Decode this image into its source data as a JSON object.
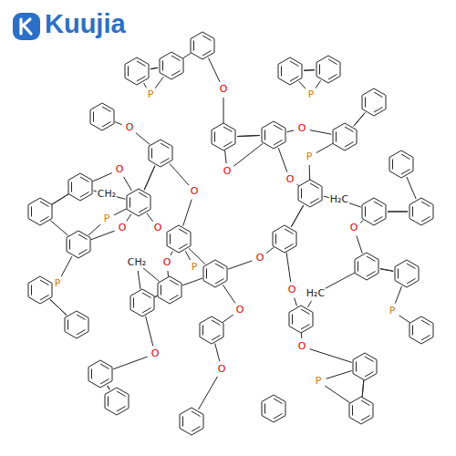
{
  "diagram": {
    "labels": [
      "Kuujia",
      "O",
      "P",
      "P",
      "O",
      "O",
      "O",
      "O",
      "O",
      "O",
      "P",
      "CH₂",
      "H₂C",
      "P",
      "O",
      "O",
      "O",
      "P",
      "O",
      "CH₂",
      "O",
      "O",
      "H₂C",
      "P",
      "O",
      "O",
      "O",
      "P",
      "O",
      "P"
    ]
  }
}
